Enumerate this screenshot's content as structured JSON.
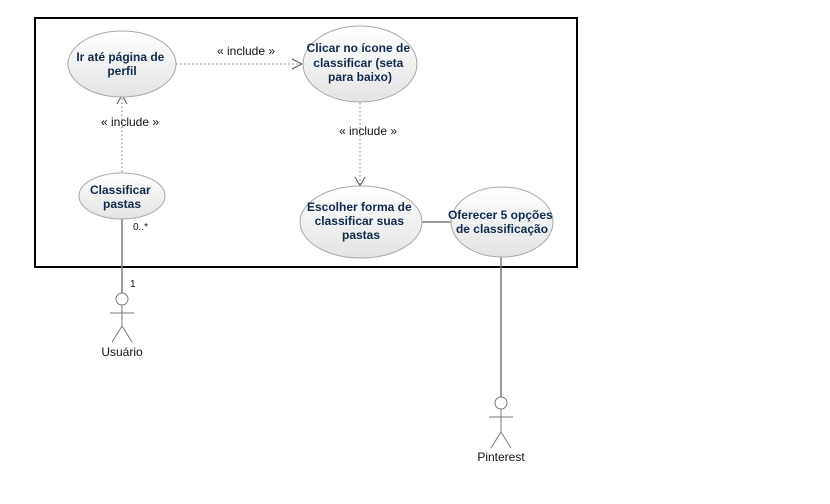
{
  "use_cases": [
    {
      "id": "uc1",
      "lines": [
        "Ir até página de",
        "perfil"
      ]
    },
    {
      "id": "uc2",
      "lines": [
        "Clicar no ícone de",
        "classificar (seta",
        "para baixo)"
      ]
    },
    {
      "id": "uc3",
      "lines": [
        "Classificar",
        "pastas"
      ]
    },
    {
      "id": "uc4",
      "lines": [
        "Escolher forma de",
        "classificar suas",
        "pastas"
      ]
    },
    {
      "id": "uc5",
      "lines": [
        "Oferecer 5 opções",
        "de classificação"
      ]
    }
  ],
  "relations": {
    "include_uc1_uc2": "« include »",
    "include_uc2_uc4": "« include »",
    "include_uc3_uc1": "« include »"
  },
  "multiplicity": {
    "usuario_end": "1",
    "usecase_end": "0..*"
  },
  "actors": {
    "usuario": "Usuário",
    "pinterest": "Pinterest"
  },
  "colors": {
    "usecase_fill_top": "#ffffff",
    "usecase_fill_bottom": "#e6e6e6",
    "usecase_stroke": "#a8a8a8",
    "usecase_text": "#0f2a4a",
    "boundary": "#000000",
    "line": "#7a7a7a"
  }
}
